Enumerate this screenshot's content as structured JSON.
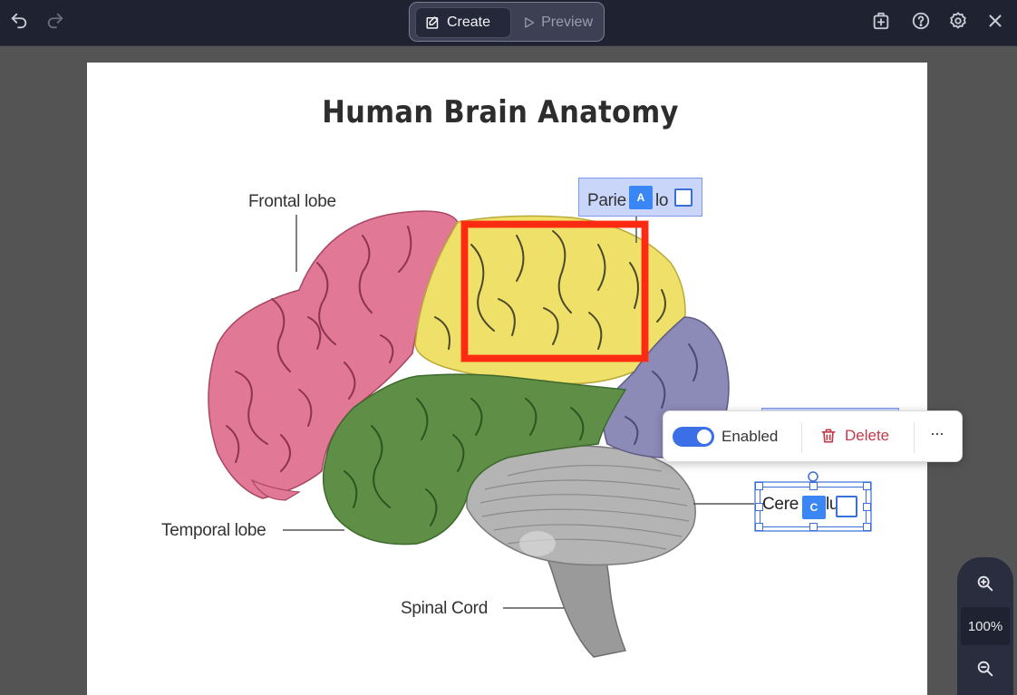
{
  "topbar": {
    "undo_icon": "undo-icon",
    "redo_icon": "redo-icon",
    "mode_create": "Create",
    "mode_preview": "Preview",
    "right_icons": [
      "save-template-icon",
      "help-icon",
      "settings-icon",
      "close-icon"
    ]
  },
  "slide": {
    "title": "Human Brain Anatomy",
    "labels": {
      "frontal": "Frontal lobe",
      "temporal": "Temporal lobe",
      "spinal": "Spinal Cord",
      "parietal_visible": "Parie",
      "parietal_tail": "lo",
      "cerebellum_visible": "Cere",
      "cerebellum_tail": "lu"
    },
    "hotspots": {
      "a_badge": "A",
      "c_badge": "C"
    }
  },
  "hotspot_toolbar": {
    "toggle_label": "Enabled",
    "toggle_on": true,
    "delete_label": "Delete",
    "more_label": "···"
  },
  "zoom": {
    "level": "100%"
  },
  "colors": {
    "accent": "#3a86f5",
    "delete": "#c23b4b",
    "frontal": "#e07896",
    "parietal": "#efe06a",
    "occipital": "#8c8ab6",
    "temporal": "#5f8f47",
    "cerebellum": "#a8a8a8",
    "highlight": "#ff2a12"
  }
}
